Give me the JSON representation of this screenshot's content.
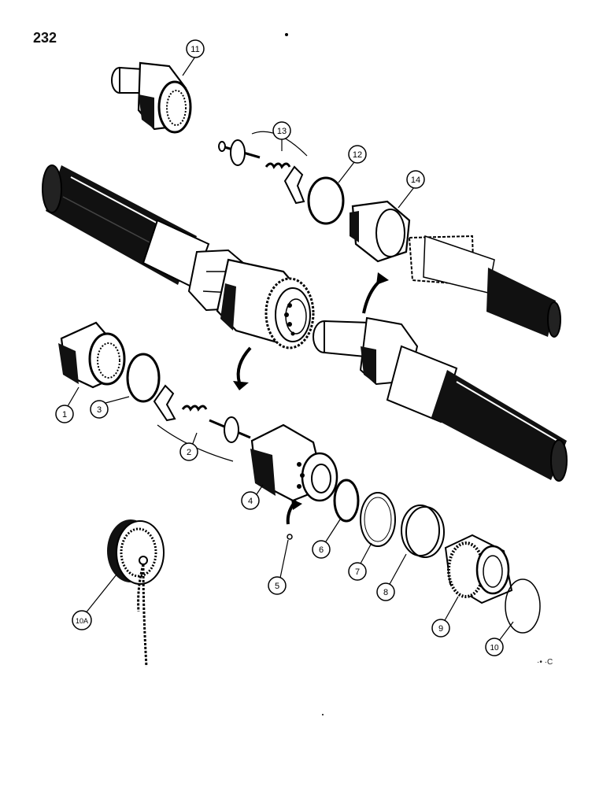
{
  "page": {
    "number": "232",
    "code_mark": "·• ·C"
  },
  "callouts": [
    {
      "id": "c1",
      "label": "1"
    },
    {
      "id": "c2",
      "label": "2"
    },
    {
      "id": "c3",
      "label": "3"
    },
    {
      "id": "c4",
      "label": "4"
    },
    {
      "id": "c5",
      "label": "5"
    },
    {
      "id": "c6",
      "label": "6"
    },
    {
      "id": "c7",
      "label": "7"
    },
    {
      "id": "c8",
      "label": "8"
    },
    {
      "id": "c9",
      "label": "9"
    },
    {
      "id": "c10",
      "label": "10"
    },
    {
      "id": "c10a",
      "label": "10A"
    },
    {
      "id": "c11",
      "label": "11"
    },
    {
      "id": "c12",
      "label": "12"
    },
    {
      "id": "c13",
      "label": "13"
    },
    {
      "id": "c14",
      "label": "14"
    }
  ]
}
